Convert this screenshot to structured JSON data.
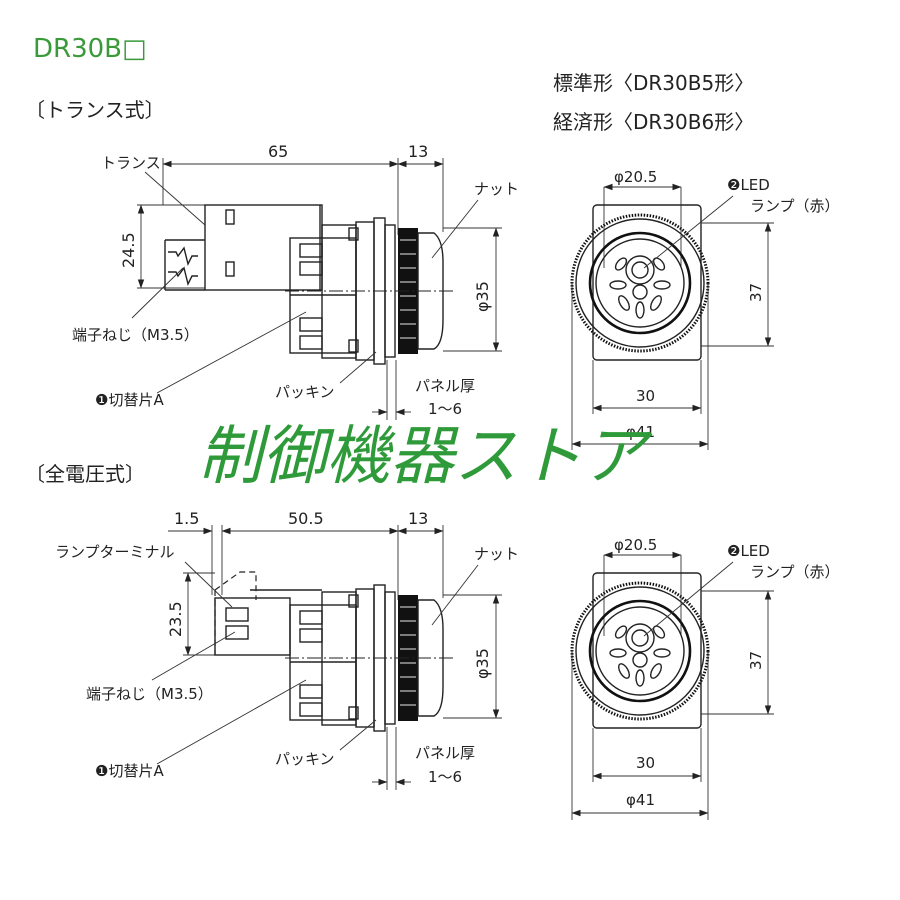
{
  "title": "DR30B□",
  "variants": {
    "standard": "標準形〈DR30B5形〉",
    "economy": "経済形〈DR30B6形〉"
  },
  "watermark": "制御機器ストア",
  "transformer_type": {
    "heading": "〔トランス式〕",
    "dim_body": "65",
    "dim_front": "13",
    "dim_height": "24.5",
    "dim_dia35": "φ35",
    "labels": {
      "transformer": "トランス",
      "nut": "ナット",
      "terminal_screw": "端子ねじ（M3.5）",
      "switch_piece": "❶切替片A",
      "packing": "パッキン",
      "panel_thickness": "パネル厚",
      "panel_range": "1～6"
    },
    "front_view": {
      "dia_lamp": "φ20.5",
      "led_label": "❷LED",
      "lamp_label": "ランプ（赤）",
      "height": "37",
      "width": "30",
      "dia_outer": "φ41"
    }
  },
  "full_voltage_type": {
    "heading": "〔全電圧式〕",
    "dim_terminal": "1.5",
    "dim_body": "50.5",
    "dim_front": "13",
    "dim_height": "23.5",
    "dim_dia35": "φ35",
    "labels": {
      "lamp_terminal": "ランプターミナル",
      "nut": "ナット",
      "terminal_screw": "端子ねじ（M3.5）",
      "switch_piece": "❶切替片A",
      "packing": "パッキン",
      "panel_thickness": "パネル厚",
      "panel_range": "1～6"
    },
    "front_view": {
      "dia_lamp": "φ20.5",
      "led_label": "❷LED",
      "lamp_label": "ランプ（赤）",
      "height": "37",
      "width": "30",
      "dia_outer": "φ41"
    }
  }
}
